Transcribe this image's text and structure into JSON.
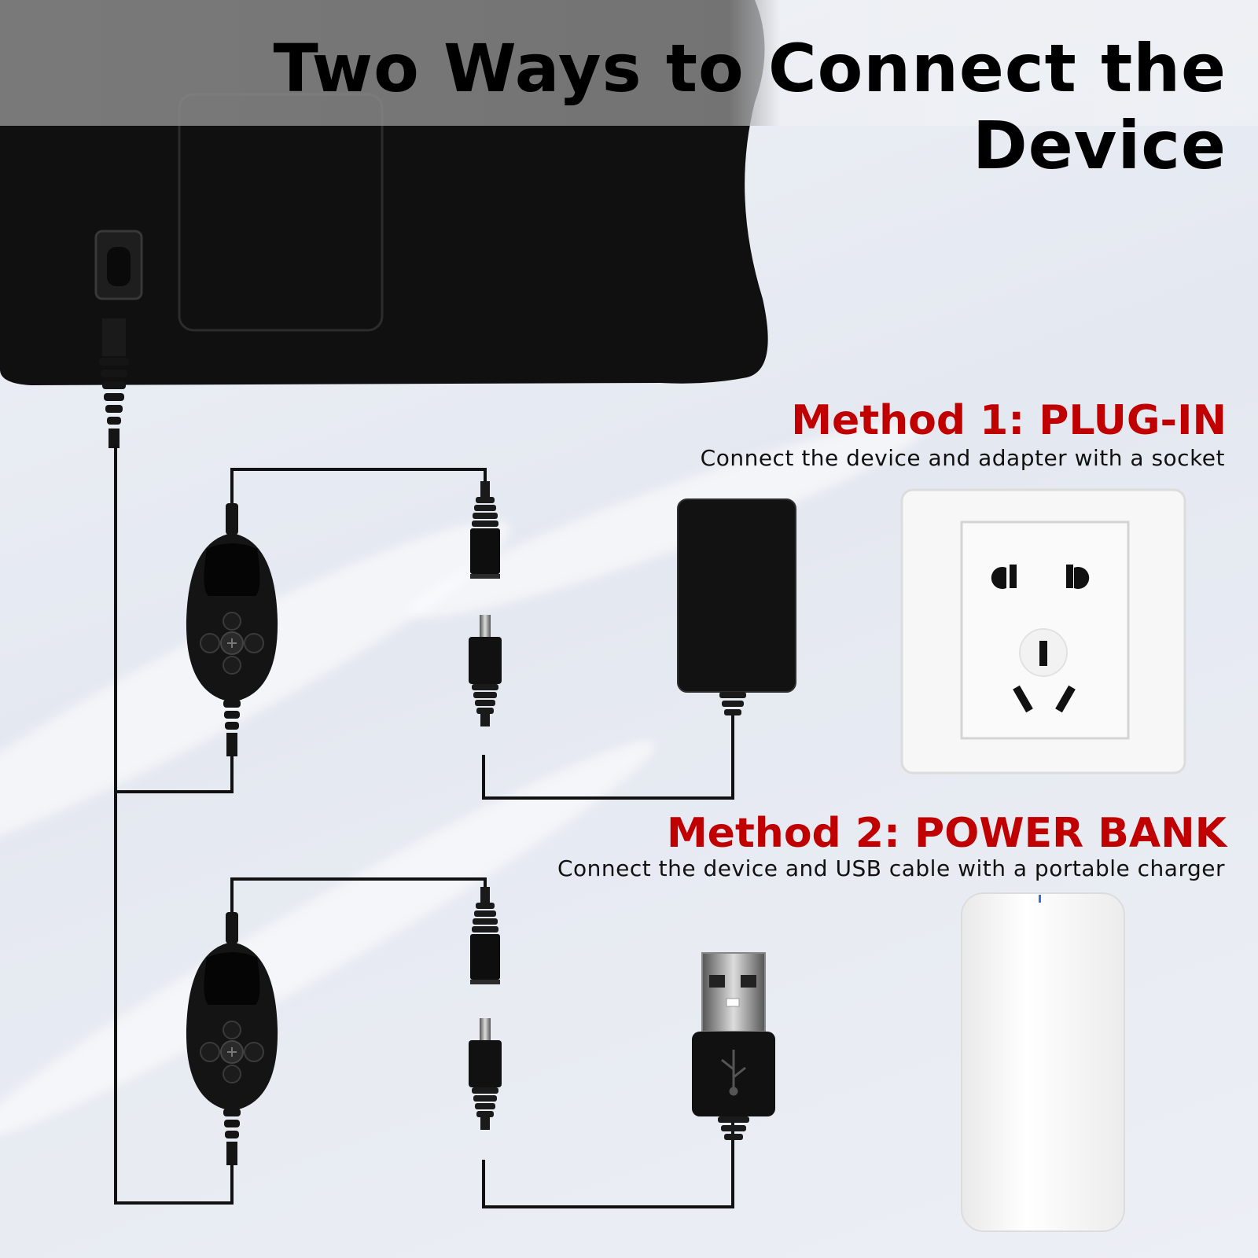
{
  "header": {
    "title": "Two Ways to Connect the Device"
  },
  "methods": [
    {
      "heading": "Method 1: PLUG-IN",
      "description": "Connect the device and adapter with a socket"
    },
    {
      "heading": "Method 2: POWER BANK",
      "description": "Connect the device and USB cable with a portable charger"
    }
  ],
  "colors": {
    "heading_red": "#c00000",
    "title_black": "#000000",
    "device_black": "#111111",
    "outlet_white": "#f7f7f7"
  },
  "icons": [
    "heating-pad",
    "controller",
    "dc-connector",
    "power-adapter",
    "wall-socket",
    "usb-plug",
    "usb-symbol-icon",
    "power-bank"
  ]
}
